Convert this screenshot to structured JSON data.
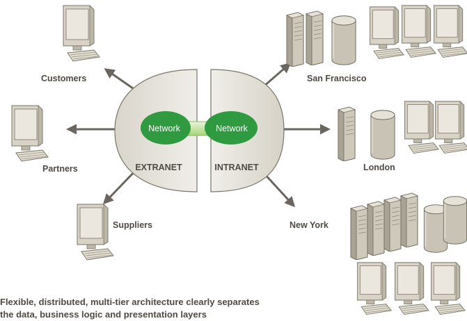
{
  "hub": {
    "left_label": "EXTRANET",
    "right_label": "INTRANET",
    "left_network": "Network",
    "right_network": "Network"
  },
  "nodes": {
    "customers": "Customers",
    "partners": "Partners",
    "suppliers": "Suppliers",
    "san_francisco": "San Francisco",
    "london": "London",
    "new_york": "New York"
  },
  "caption": {
    "line1": "Flexible, distributed, multi-tier architecture clearly separates",
    "line2": "the data, business logic and presentation layers"
  },
  "colors": {
    "network_green": "#2f9a3f",
    "link_green": "#c9e6a2",
    "hub_fill": "#e4e1d9",
    "device_fill": "#ded9cc",
    "arrow": "#6a655e",
    "text": "#4f4a44"
  }
}
